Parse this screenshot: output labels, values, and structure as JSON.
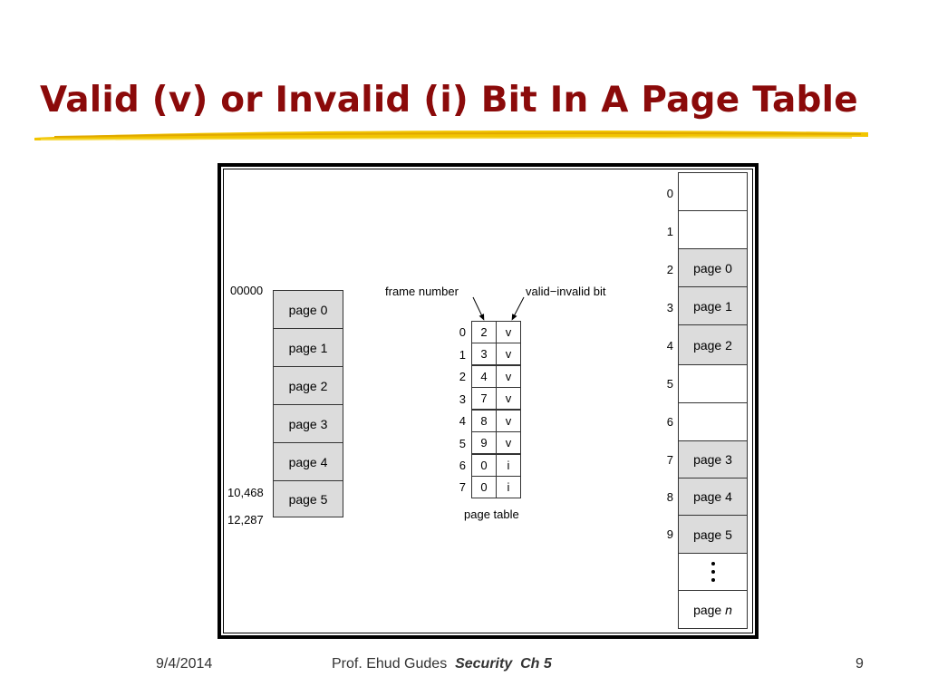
{
  "slide": {
    "title": "Valid (v) or Invalid (i) Bit In A Page Table"
  },
  "logical_memory": {
    "addr_start": "00000",
    "addr_mid": "10,468",
    "addr_end": "12,287",
    "pages": [
      "page 0",
      "page 1",
      "page 2",
      "page 3",
      "page 4",
      "page 5"
    ]
  },
  "page_table": {
    "label_frame": "frame number",
    "label_valid": "valid−invalid bit",
    "caption": "page table",
    "rows": [
      {
        "index": "0",
        "frame": "2",
        "bit": "v"
      },
      {
        "index": "1",
        "frame": "3",
        "bit": "v"
      },
      {
        "index": "2",
        "frame": "4",
        "bit": "v"
      },
      {
        "index": "3",
        "frame": "7",
        "bit": "v"
      },
      {
        "index": "4",
        "frame": "8",
        "bit": "v"
      },
      {
        "index": "5",
        "frame": "9",
        "bit": "v"
      },
      {
        "index": "6",
        "frame": "0",
        "bit": "i"
      },
      {
        "index": "7",
        "frame": "0",
        "bit": "i"
      }
    ]
  },
  "physical_memory": {
    "frames": [
      {
        "index": "0",
        "content": ""
      },
      {
        "index": "1",
        "content": ""
      },
      {
        "index": "2",
        "content": "page 0"
      },
      {
        "index": "3",
        "content": "page 1"
      },
      {
        "index": "4",
        "content": "page 2"
      },
      {
        "index": "5",
        "content": ""
      },
      {
        "index": "6",
        "content": ""
      },
      {
        "index": "7",
        "content": "page 3"
      },
      {
        "index": "8",
        "content": "page 4"
      },
      {
        "index": "9",
        "content": "page 5"
      }
    ],
    "last_frame_prefix": "page",
    "last_frame_var": "n"
  },
  "footer": {
    "date": "9/4/2014",
    "author": "Prof. Ehud Gudes",
    "course": "Security  Ch 5",
    "page_number": "9"
  }
}
